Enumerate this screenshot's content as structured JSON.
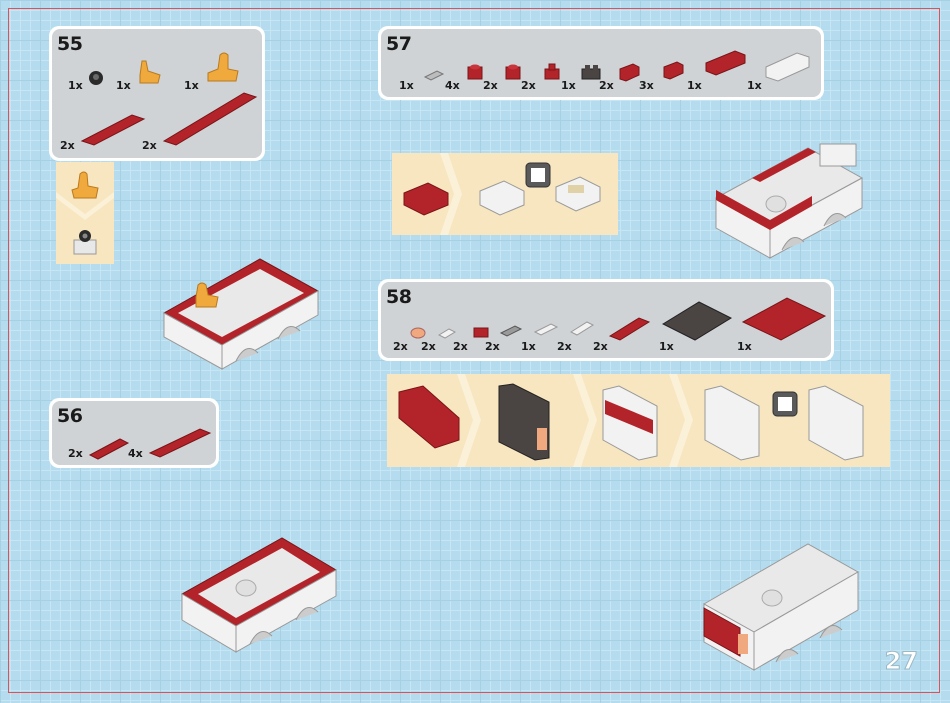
{
  "page": {
    "number": "27"
  },
  "step55": {
    "number": "55",
    "parts": [
      {
        "qty": "1x",
        "icon": "wheel-hub-icon"
      },
      {
        "qty": "1x",
        "icon": "seat-small-icon"
      },
      {
        "qty": "1x",
        "icon": "seat-large-icon"
      },
      {
        "qty": "2x",
        "icon": "red-plate-long-icon"
      },
      {
        "qty": "2x",
        "icon": "red-plate-longer-icon"
      }
    ]
  },
  "step56": {
    "number": "56",
    "parts": [
      {
        "qty": "2x",
        "icon": "red-plate-icon"
      },
      {
        "qty": "4x",
        "icon": "red-plate-long-icon"
      }
    ]
  },
  "step57": {
    "number": "57",
    "parts": [
      {
        "qty": "1x"
      },
      {
        "qty": "4x"
      },
      {
        "qty": "2x"
      },
      {
        "qty": "2x"
      },
      {
        "qty": "1x"
      },
      {
        "qty": "2x"
      },
      {
        "qty": "3x"
      },
      {
        "qty": "1x"
      },
      {
        "qty": "1x"
      }
    ]
  },
  "step58": {
    "number": "58",
    "parts": [
      {
        "qty": "2x"
      },
      {
        "qty": "2x"
      },
      {
        "qty": "2x"
      },
      {
        "qty": "2x"
      },
      {
        "qty": "1x"
      },
      {
        "qty": "2x"
      },
      {
        "qty": "2x"
      },
      {
        "qty": "1x"
      },
      {
        "qty": "1x"
      }
    ]
  },
  "colors": {
    "background": "#b5dcee",
    "brick_red": "#b3242a",
    "brick_white": "#f2f2f2",
    "brick_dark": "#4a4442",
    "brick_orange": "#f0a93c",
    "subassembly_bg": "#f7e6bf",
    "callout_bg": "#cfd3d6",
    "frame": "#d9535a"
  }
}
